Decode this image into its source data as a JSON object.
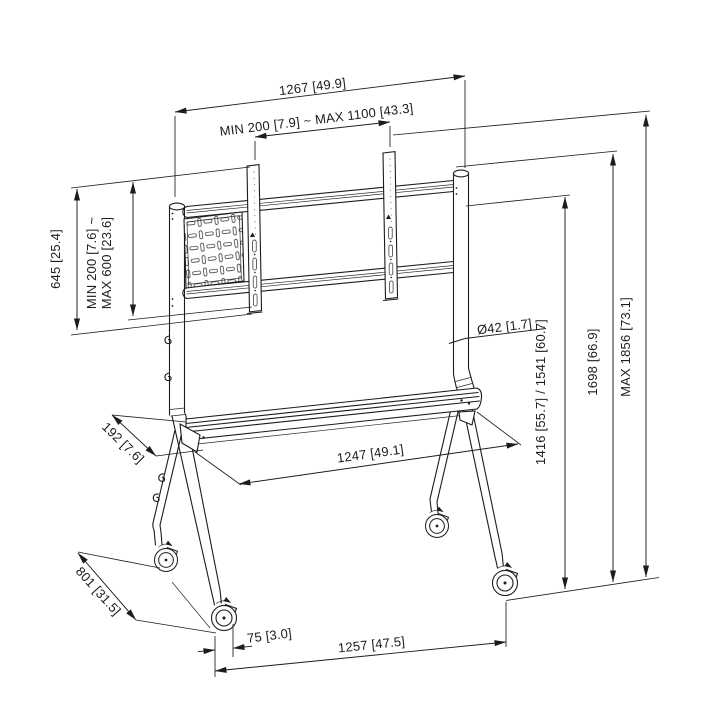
{
  "meta": {
    "drawing_type": "dimensional line drawing of mobile display trolley",
    "background": "#ffffff",
    "line_color": "#1c1c1c"
  },
  "dimensions": {
    "total_width": "1267 [49.9]",
    "bracket_width_range": "MIN 200 [7.9] ~ MAX 1100 [43.3]",
    "bracket_height": "645 [25.4]",
    "vesa_height_range": {
      "line1": "MIN 200 [7.6] ~",
      "line2": "MAX 600 [23.6]"
    },
    "shelf_depth": "192 [7.6]",
    "pole_diameter": "Ø42 [1.7]",
    "shelf_rail_height": "1416 [55.7] / 1541 [60.7]",
    "frame_height": "1698 [66.9]",
    "max_height": "MAX 1856 [73.1]",
    "shelf_width": "1247 [49.1]",
    "base_depth": "801 [31.5]",
    "caster_offset": "75 [3.0]",
    "base_width": "1257 [47.5]"
  }
}
